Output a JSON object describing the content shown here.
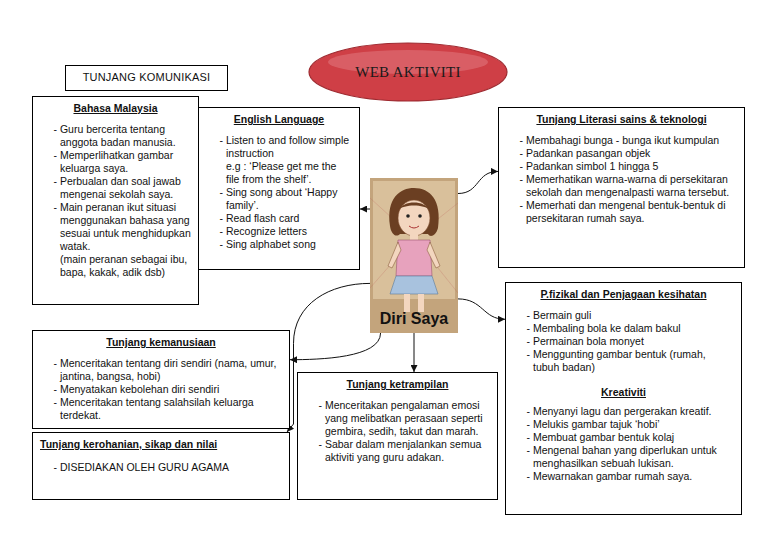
{
  "diagram": {
    "nodes": [
      {
        "text": [
          "TUNJANG KOMUNIKASI"
        ]
      },
      {
        "text": [
          "WEB AKTIVITI"
        ]
      },
      {
        "text": [
          "Bahasa Malaysia",
          "- Guru bercerita tentang anggota badan manusia.",
          "- Memperlihatkan gambar keluarga saya.",
          "- Perbualan dan soal jawab mengenai sekolah saya.",
          "- Main peranan ikut situasi menggunakan bahasa yang sesuai untuk menghidupkan watak.",
          "(main peranan sebagai ibu, bapa, kakak, adik dsb)"
        ]
      },
      {
        "text": [
          "English Language",
          "- Listen to and follow simple instruction",
          "e.g : ‘Please get me the file from the shelf’.",
          "- Sing song about ‘Happy family’.",
          "- Read flash card",
          "- Recognize letters",
          "- Sing alphabet song"
        ]
      },
      {
        "text": [
          "Tunjang Literasi sains & teknologi",
          "- Membahagi bunga - bunga ikut kumpulan",
          "- Padankan pasangan objek",
          "- Padankan simbol 1 hingga 5",
          "- Memerhatikan warna-warna di persekitaran sekolah dan mengenalpasti warna tersebut.",
          "- Memerhati dan mengenal bentuk-bentuk di persekitaran rumah saya."
        ]
      },
      {
        "text": [
          "Diri Saya"
        ]
      },
      {
        "text": [
          "P.fizikal dan Penjagaan kesihatan",
          "- Bermain guli",
          "- Membaling bola ke dalam bakul",
          "- Permainan bola monyet",
          "- Menggunting gambar bentuk (rumah, tubuh badan)",
          "Kreativiti",
          "- Menyanyi lagu dan pergerakan kreatif.",
          "- Melukis gambar tajuk ‘hobi’",
          "- Membuat gambar bentuk kolaj",
          "- Mengenal bahan yang diperlukan untuk menghasilkan sebuah lukisan.",
          "- Mewarnakan gambar rumah saya."
        ]
      },
      {
        "text": [
          "Tunjang kemanusiaan",
          "- Menceritakan tentang diri sendiri (nama, umur, jantina, bangsa, hobi)",
          "- Menyatakan kebolehan diri sendiri",
          "- Menceritakan tentang salahsilah keluarga terdekat."
        ]
      },
      {
        "text": [
          "Tunjang ketrampilan",
          "- Menceritakan pengalaman emosi yang melibatkan perasaan seperti gembira, sedih, takut dan marah.",
          "- Sabar dalam menjalankan semua aktiviti yang guru adakan."
        ]
      },
      {
        "text": [
          "Tunjang kerohanian, sikap dan nilai",
          "- DISEDIAKAN OLEH GURU AGAMA"
        ]
      }
    ],
    "edges": [
      {
        "from": 5,
        "to": 3,
        "arrow": "to"
      },
      {
        "from": 5,
        "to": 4,
        "arrow": "to"
      },
      {
        "from": 5,
        "to": 6,
        "arrow": "to"
      },
      {
        "from": 5,
        "to": 7,
        "arrow": "to"
      },
      {
        "from": 5,
        "to": 8,
        "arrow": "to"
      },
      {
        "from": 5,
        "to": 9,
        "arrow": "to"
      }
    ]
  }
}
